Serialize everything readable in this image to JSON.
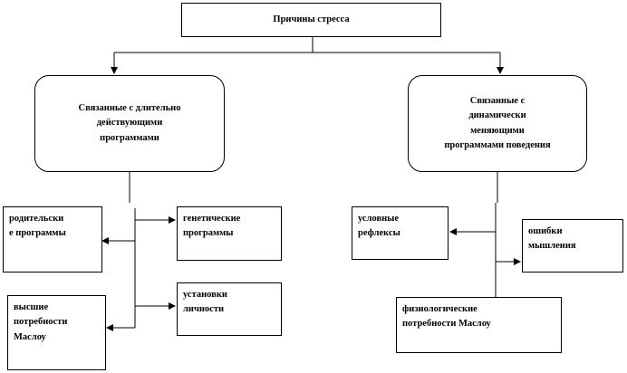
{
  "root": {
    "label": "Причины  стресса"
  },
  "left_group": {
    "label": "Связанные  с  длительно\nдействующими\nпрограммами"
  },
  "right_group": {
    "label": "Связанные  с\nдинамически\nменяющими\nпрограммами поведения"
  },
  "left_items": [
    {
      "label": "родительски\nе программы"
    },
    {
      "label": "генетические\nпрограммы"
    },
    {
      "label": "установки\nличности"
    },
    {
      "label": "высшие\nпотребности\nМаслоу"
    }
  ],
  "right_items": [
    {
      "label": "условные\nрефлексы"
    },
    {
      "label": "ошибки\nмышления"
    },
    {
      "label": "физиологические\nпотребности Маслоу"
    }
  ],
  "colors": {
    "line": "#000000",
    "box_border": "#000000",
    "background": "#ffffff"
  }
}
